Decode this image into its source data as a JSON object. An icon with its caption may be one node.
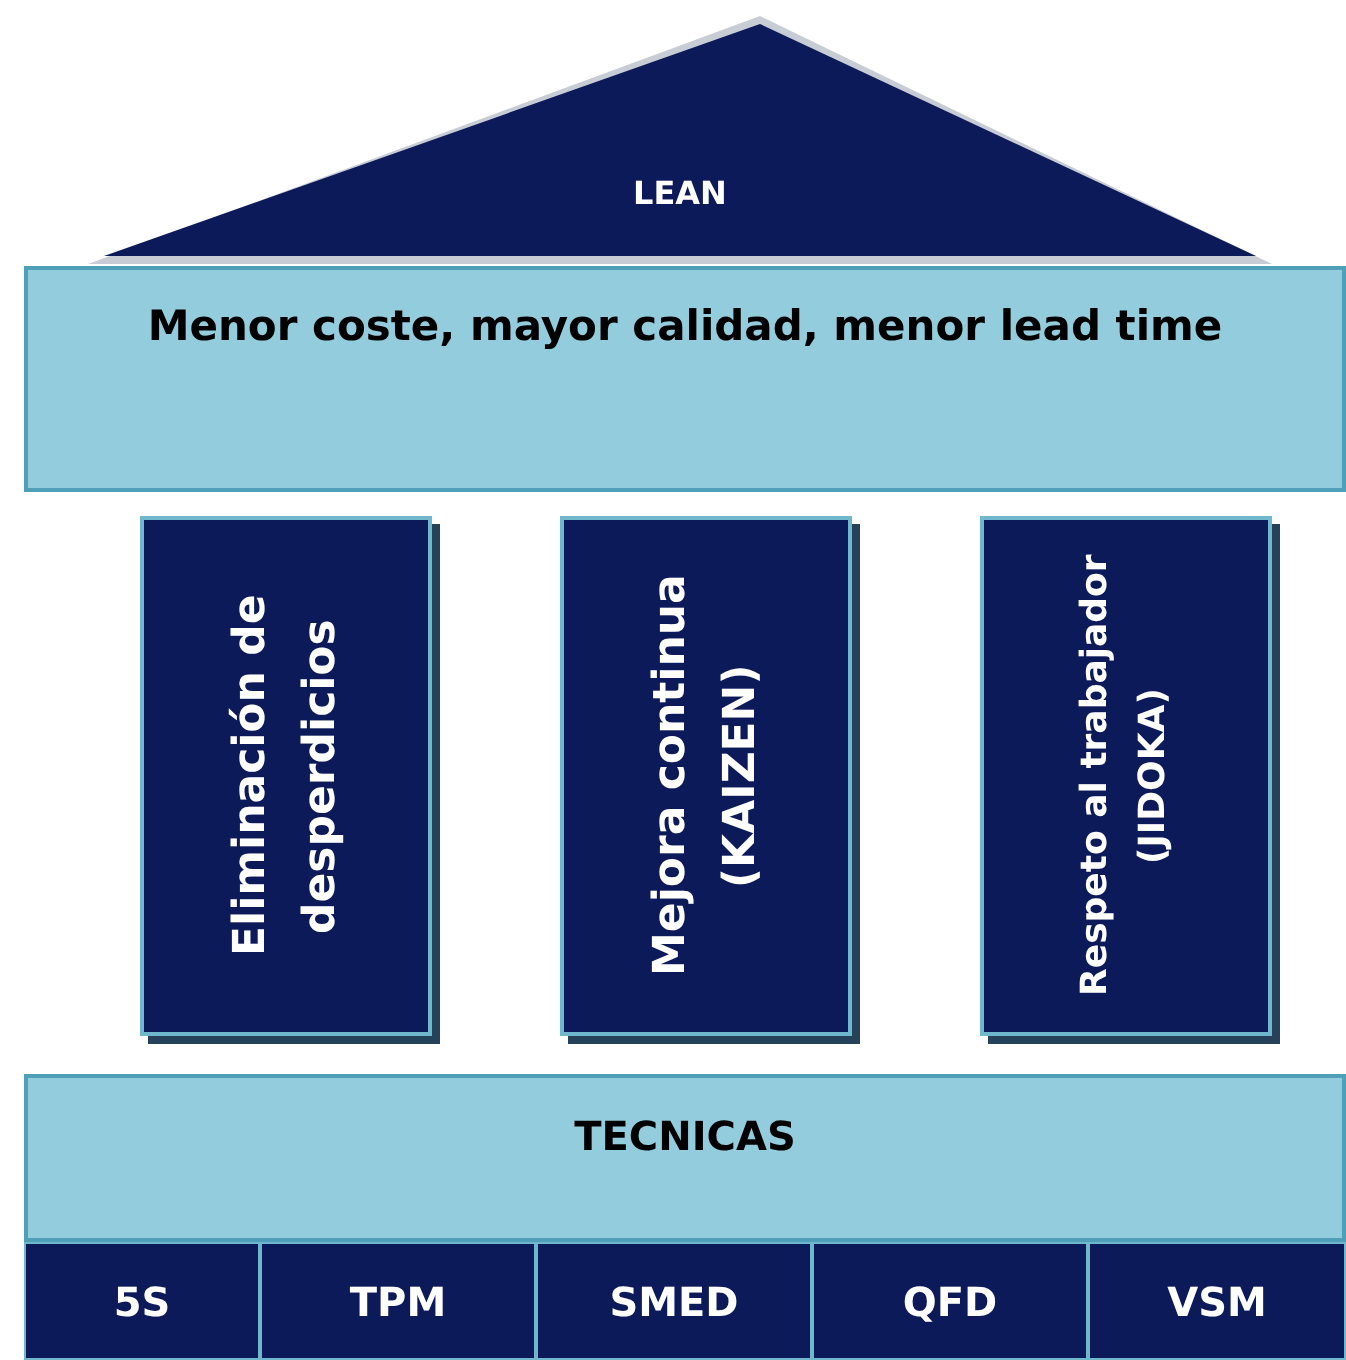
{
  "diagram": {
    "nodes": [
      {
        "text": [
          "LEAN"
        ]
      },
      {
        "text": [
          "Menor coste, mayor calidad, menor lead time"
        ]
      },
      {
        "text": [
          "Eliminación de desperdicios"
        ]
      },
      {
        "text": [
          "Mejora continua (KAIZEN)"
        ]
      },
      {
        "text": [
          "Respeto al trabajador (JIDOKA)"
        ]
      },
      {
        "text": [
          "TECNICAS"
        ]
      },
      {
        "text": [
          "5S"
        ]
      },
      {
        "text": [
          "TPM"
        ]
      },
      {
        "text": [
          "SMED"
        ]
      },
      {
        "text": [
          "QFD"
        ]
      },
      {
        "text": [
          "VSM"
        ]
      }
    ],
    "edges": []
  }
}
